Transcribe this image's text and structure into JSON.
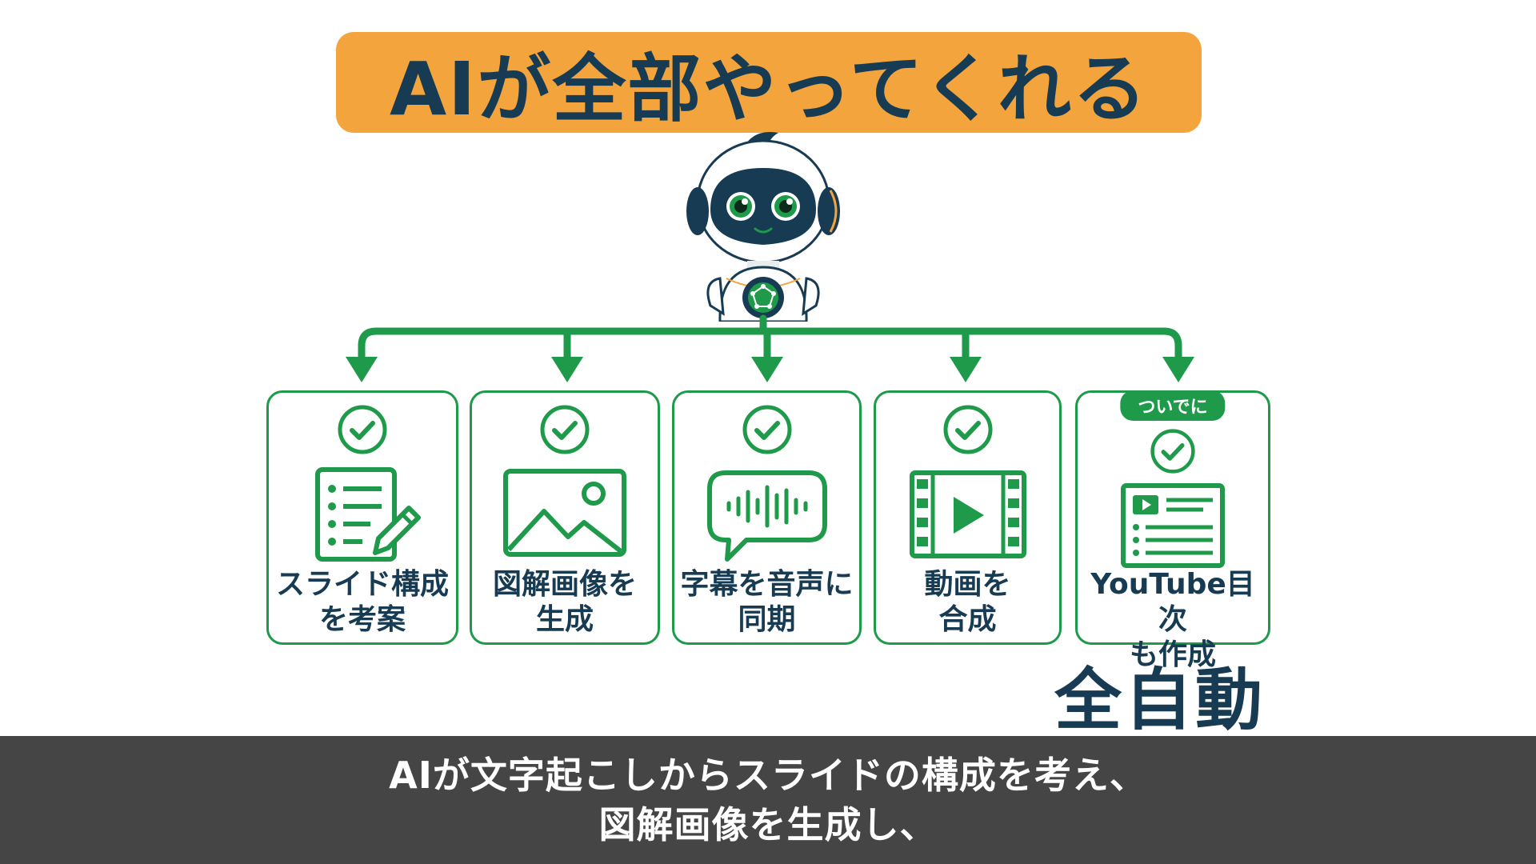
{
  "title": "AIが全部やってくれる",
  "cards": [
    {
      "lines": [
        "スライド構成",
        "を考案"
      ],
      "icon": "document-pencil-icon"
    },
    {
      "lines": [
        "図解画像を",
        "生成"
      ],
      "icon": "image-icon"
    },
    {
      "lines": [
        "字幕を音声に",
        "同期"
      ],
      "icon": "speech-waveform-icon"
    },
    {
      "lines": [
        "動画を",
        "合成"
      ],
      "icon": "video-film-icon"
    },
    {
      "lines": [
        "YouTube目次",
        "も作成"
      ],
      "icon": "video-list-icon",
      "badge": "ついでに"
    }
  ],
  "auto_label": "全自動",
  "subtitle": {
    "line1": "AIが文字起こしからスライドの構成を考え、",
    "line2": "図解画像を生成し、"
  },
  "colors": {
    "accent_green": "#1e9a4a",
    "banner_orange": "#f4a43c",
    "text_navy": "#173b52",
    "subtitle_bg": "#454545"
  }
}
